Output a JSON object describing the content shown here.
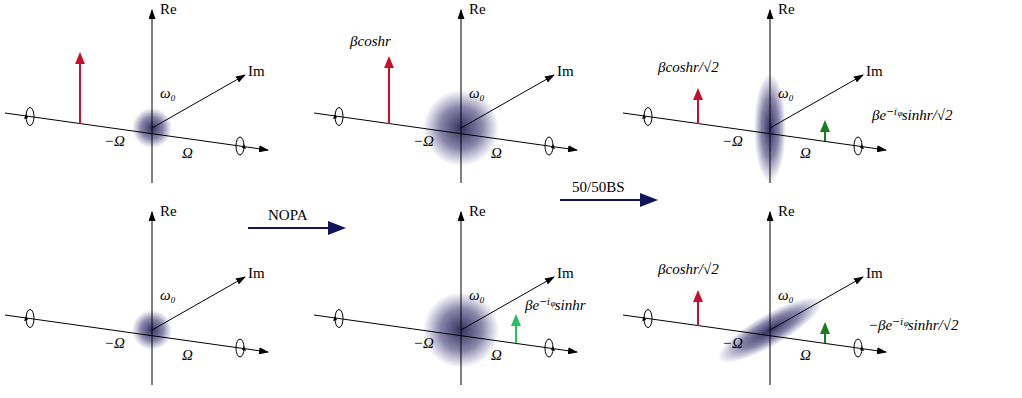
{
  "diagram": {
    "labels": [
      "Re",
      "Im",
      "ω₀",
      "−Ω",
      "Ω",
      "Re",
      "βcoshr",
      "Im",
      "ω₀",
      "−Ω",
      "Ω",
      "Re",
      "βcoshr/√2",
      "Im",
      "ω₀",
      "βe⁻ⁱᵠsinhr/√2",
      "−Ω",
      "Ω",
      "Re",
      "Im",
      "ω₀",
      "−Ω",
      "Ω",
      "NOPA",
      "50/50BS",
      "Re",
      "Im",
      "ω₀",
      "βe⁻ⁱᵠsinhr",
      "−Ω",
      "Ω",
      "Re",
      "βcoshr/√2",
      "Im",
      "ω₀",
      "−βe⁻ⁱᵠsinhr/√2",
      "−Ω",
      "Ω"
    ]
  }
}
